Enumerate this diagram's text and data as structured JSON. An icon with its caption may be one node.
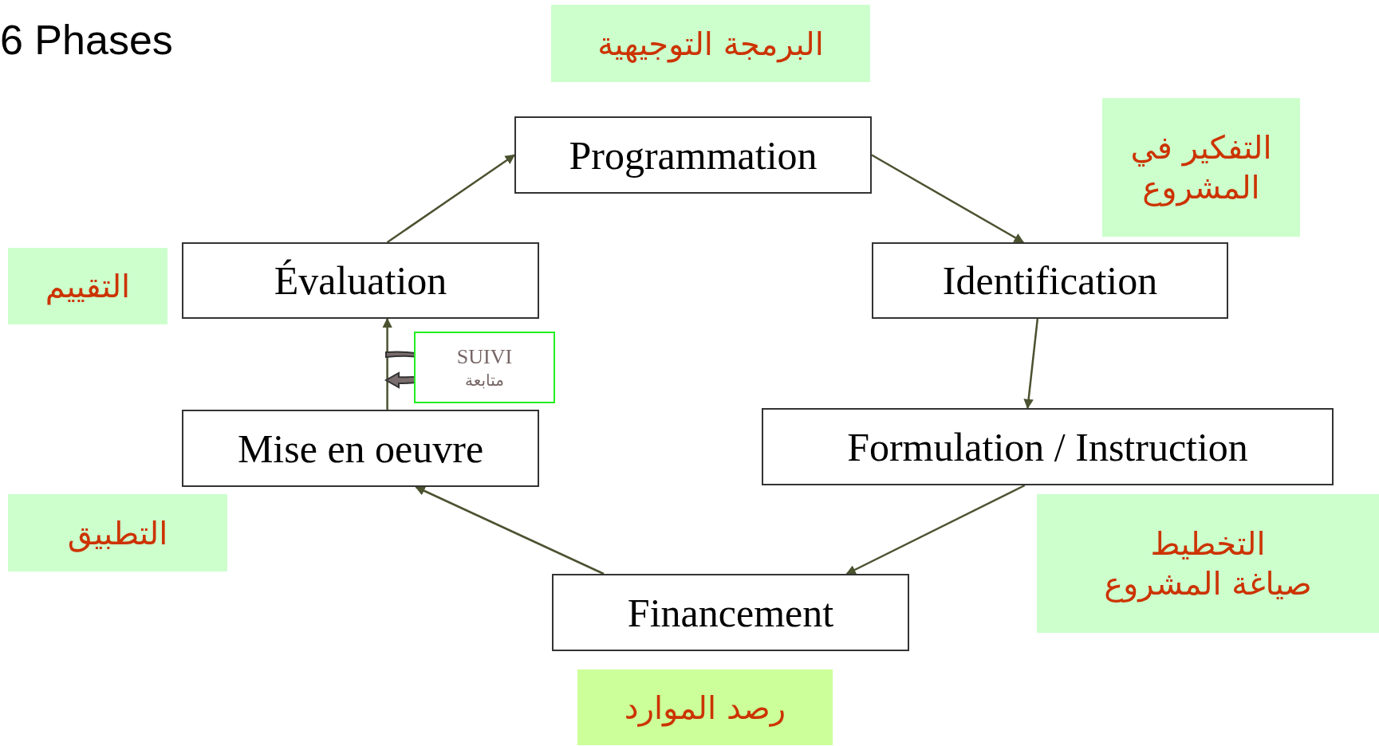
{
  "diagram": {
    "title": "6 Phases",
    "nodes": [
      {
        "text": [
          "Programmation"
        ]
      },
      {
        "text": [
          "Identification"
        ]
      },
      {
        "text": [
          "Formulation / Instruction"
        ]
      },
      {
        "text": [
          "Financement"
        ]
      },
      {
        "text": [
          "Mise en oeuvre"
        ]
      },
      {
        "text": [
          "Évaluation"
        ]
      },
      {
        "text": [
          "SUIVI",
          "متابعة"
        ]
      },
      {
        "text": [
          "البرمجة التوجيهية"
        ]
      },
      {
        "text": [
          "التفكير في المشروع"
        ]
      },
      {
        "text": [
          "التقييم"
        ]
      },
      {
        "text": [
          "التطبيق"
        ]
      },
      {
        "text": [
          "التخطيط",
          "صياغة المشروع"
        ]
      },
      {
        "text": [
          "رصد الموارد"
        ]
      }
    ],
    "edges": [
      {
        "from": 5,
        "to": 0,
        "arrow": "to"
      },
      {
        "from": 0,
        "to": 1,
        "arrow": "to"
      },
      {
        "from": 1,
        "to": 2,
        "arrow": "to"
      },
      {
        "from": 2,
        "to": 3,
        "arrow": "to"
      },
      {
        "from": 3,
        "to": 4,
        "arrow": "to"
      },
      {
        "from": 4,
        "to": 5,
        "arrow": "to"
      }
    ]
  }
}
